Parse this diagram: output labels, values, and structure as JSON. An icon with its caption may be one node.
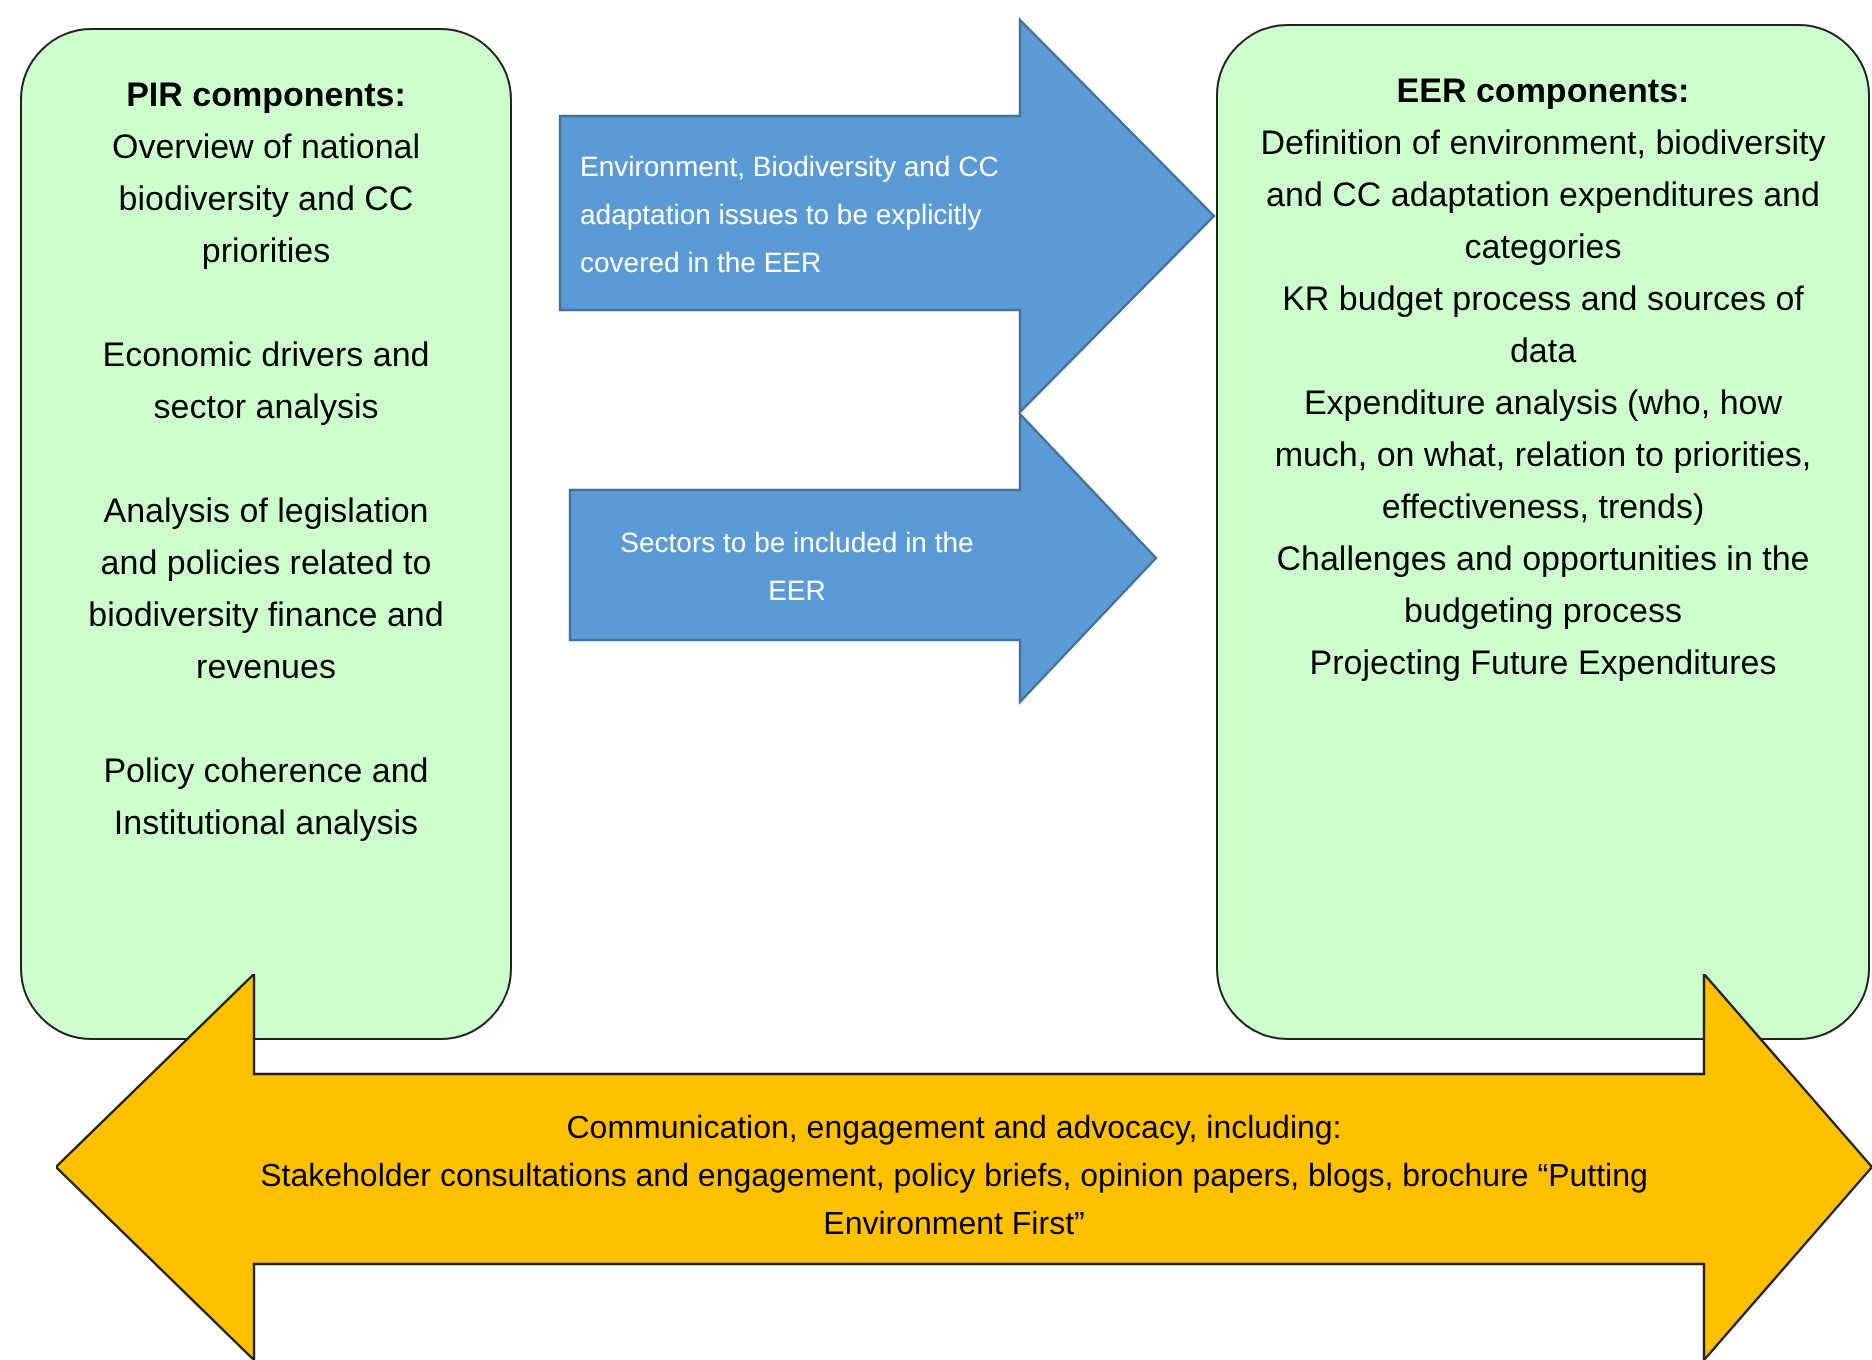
{
  "diagram": {
    "nodes": [
      {
        "text": [
          "PIR components:",
          "Overview of national biodiversity and CC priorities",
          "Economic drivers and sector analysis",
          "Analysis of legislation and policies related to biodiversity finance and revenues",
          "Policy coherence and Institutional analysis"
        ]
      },
      {
        "text": [
          "EER components:",
          "Definition of environment, biodiversity and CC adaptation expenditures and categories",
          "KR budget process and sources of data",
          "Expenditure analysis (who, how much, on what, relation to priorities, effectiveness, trends)",
          "Challenges and opportunities in the budgeting process",
          "Projecting Future Expenditures"
        ]
      },
      {
        "text": [
          "Communication, engagement and advocacy, including:",
          "Stakeholder consultations and engagement, policy briefs, opinion papers, blogs, brochure “Putting Environment First”"
        ]
      }
    ],
    "edges": [
      {
        "from": 0,
        "to": 1,
        "arrow": "to",
        "label": "Environment, Biodiversity and CC adaptation issues to be explicitly covered in the EER"
      },
      {
        "from": 0,
        "to": 1,
        "arrow": "to",
        "label": "Sectors to be included in the EER"
      }
    ]
  }
}
